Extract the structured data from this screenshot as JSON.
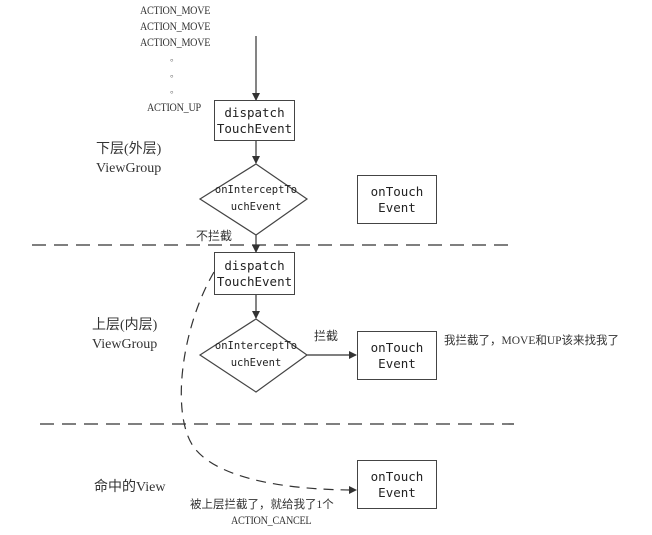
{
  "events": {
    "move_1": "ACTION_MOVE",
    "move_2": "ACTION_MOVE",
    "move_3": "ACTION_MOVE",
    "dot_1": "。",
    "dot_2": "。",
    "dot_3": "。",
    "up": "ACTION_UP"
  },
  "outer_layer": {
    "label_line1": "下层(外层)",
    "label_line2": "ViewGroup",
    "dispatch_line1": "dispatch",
    "dispatch_line2": "TouchEvent",
    "intercept_line1": "onInterceptTo",
    "intercept_line2": "uchEvent",
    "ontouch_line1": "onTouch",
    "ontouch_line2": "Event",
    "no_intercept_label": "不拦截"
  },
  "inner_layer": {
    "label_line1": "上层(内层)",
    "label_line2": "ViewGroup",
    "dispatch_line1": "dispatch",
    "dispatch_line2": "TouchEvent",
    "intercept_line1": "onInterceptTo",
    "intercept_line2": "uchEvent",
    "intercept_label": "拦截",
    "ontouch_line1": "onTouch",
    "ontouch_line2": "Event",
    "ontouch_note": "我拦截了，MOVE和UP该来找我了"
  },
  "hit_view": {
    "label": "命中的View",
    "ontouch_line1": "onTouch",
    "ontouch_line2": "Event",
    "cancel_note_line1": "被上层拦截了，就给我了1个",
    "cancel_note_line2": "ACTION_CANCEL"
  },
  "colors": {
    "line": "#444444",
    "dashed": "#555555",
    "text": "#333333"
  }
}
